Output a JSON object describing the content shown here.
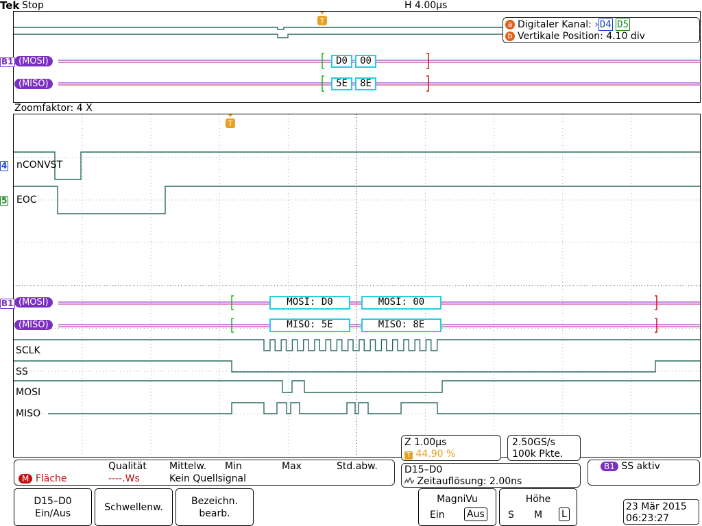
{
  "header": {
    "brand": "Tek",
    "run_state": "Stop",
    "horizontal_scale": "H 4.00µs"
  },
  "overview": {
    "digital_channel_label": "Digitaler Kanal:",
    "digital_channel_ch1": "D4",
    "digital_channel_ch2": "D5",
    "vertical_position_label": "Vertikale Position: 4.10 div",
    "marker_a": "a",
    "marker_b": "b",
    "bus_tag": "B1",
    "bus_mosi": "(MOSI)",
    "bus_miso": "(MISO)",
    "mosi_values": [
      "D0",
      "00"
    ],
    "miso_values": [
      "5E",
      "8E"
    ]
  },
  "zoom": {
    "zoom_factor": "Zoomfaktor: 4 X",
    "channel_4_tag": "4",
    "channel_5_tag": "5",
    "ch_nconvst": "nCONVST",
    "ch_eoc": "EOC",
    "bus_tag": "B1",
    "bus_mosi": "(MOSI)",
    "bus_miso": "(MISO)",
    "mosi_decodes": [
      "MOSI: D0",
      "MOSI: 00"
    ],
    "miso_decodes": [
      "MISO: 5E",
      "MISO: 8E"
    ],
    "ch_sclk": "SCLK",
    "ch_ss": "SS",
    "ch_mosi": "MOSI",
    "ch_miso": "MISO"
  },
  "trigger_marker": "T",
  "measurement": {
    "col_quality": "Qualität",
    "col_mean": "Mittelw.",
    "col_min": "Min",
    "col_max": "Max",
    "col_std": "Std.abw.",
    "m_tag": "M",
    "area_label": "Fläche",
    "dashes": "----.Ws",
    "no_source": "Kein Quellsignal"
  },
  "zoom_readout": {
    "z_time": "Z 1.00µs",
    "t_pos": "44.90 %",
    "sample_rate": "2.50GS/s",
    "points": "100k Pkte.",
    "channels": "D15–D0",
    "time_res": "Zeitauflösung: 2.00ns",
    "b1_tag": "B1",
    "ss_active": "SS aktiv"
  },
  "softkeys": {
    "d15_d0_line1": "D15–D0",
    "d15_d0_line2": "Ein/Aus",
    "threshold": "Schwellenw.",
    "edit_labels_line1": "Bezeichn.",
    "edit_labels_line2": "bearb.",
    "magnivu_title": "MagniVu",
    "magnivu_on": "Ein",
    "magnivu_off": "Aus",
    "height_title": "Höhe",
    "height_s": "S",
    "height_m": "M",
    "height_l": "L"
  },
  "datetime": {
    "date": "23 Mär 2015",
    "time": "06:23:27"
  },
  "colors": {
    "trace": "#2a6a60",
    "bus_line": "#9b45d6",
    "bus_line2": "#d04098",
    "decode_border": "#22d0e0",
    "trigger": "#e8a020",
    "bracket_start": "#22b020",
    "bracket_end": "#d01010",
    "d4_tag": "#1a3fd0",
    "d5_tag": "#1a8a1a"
  }
}
